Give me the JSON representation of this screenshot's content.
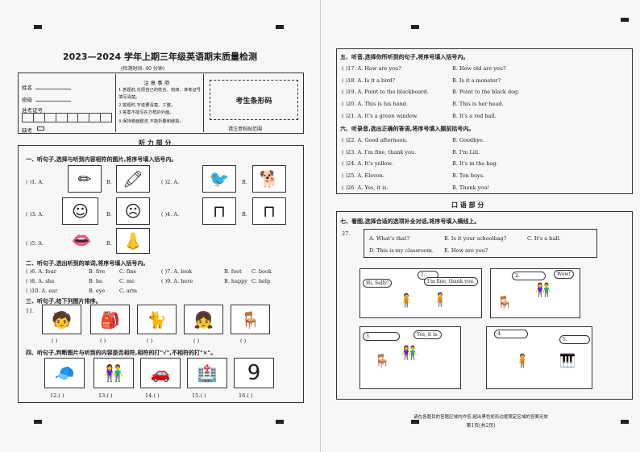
{
  "left": {
    "title": "2023—2024 学年上期三年级英语期末质量检测",
    "time_note": "(检测时间: 40 分钟)",
    "fields": [
      "姓名",
      "班级",
      "准考证号",
      "缺考"
    ],
    "notice_title": "注 意 事 项",
    "notice_items": [
      "1.答题前,先把自己的姓名、班级、准考证号填写清楚。",
      "2.答题时,字迹要清楚、工整。",
      "3.答案不能写在方框的外面。",
      "4.保持卷面整洁,不能折叠和破损。"
    ],
    "barcode_label": "考生条形码",
    "barcode_note": "请注意粘贴范围",
    "listening_part": "听 力 部 分",
    "sec1": "一、听句子,选择与听到内容相符的图片,将序号填入括号内。",
    "sec1_items": [
      {
        "num": "(     )1. A.",
        "a_icon": "pencil-icon",
        "b_icon": "crayon-icon"
      },
      {
        "num": "(     )2. A.",
        "a_icon": "bird-icon",
        "b_icon": "dog-icon"
      },
      {
        "num": "(     )3. A.",
        "a_icon": "man-face-icon",
        "b_icon": "man-face-icon"
      },
      {
        "num": "(     )4. A.",
        "a_icon": "desk-icon",
        "b_icon": "desk-icon"
      },
      {
        "num": "(     )5. A.",
        "a_icon": "mouth-icon",
        "b_icon": "nose-icon"
      }
    ],
    "b_label": "B.",
    "sec2": "二、听句子,选出听到的单词,将序号填入括号内。",
    "sec2_rows": [
      [
        "(     )6. A. four",
        "B. five",
        "C. fine",
        "(     )7. A. look",
        "B. foot",
        "C. book"
      ],
      [
        "(     )8. A. she",
        "B. he",
        "C. me",
        "(     )9. A. here",
        "B. happy",
        "C. help"
      ],
      [
        "(     )10. A. ear",
        "B. eye",
        "C. arm",
        "",
        "",
        ""
      ]
    ],
    "sec3": "三、听句子,给下列图片排序。",
    "sec3_num": "11.",
    "sec3_blank": "(     )",
    "sec4": "四、听句子,判断图片与听到的内容是否相符,相符的打\"√\",不相符的打\"×\"。",
    "sec4_labels": [
      "12.(     )",
      "13.(     )",
      "14.(     )",
      "15.(     )",
      "16.(     )"
    ],
    "sec4_nine": "9"
  },
  "right": {
    "sec5": "五、听音,选择你所听到的句子,将序号填入括号内。",
    "sec5_rows": [
      [
        "(     )17. A. How are you?",
        "B. How old are you?"
      ],
      [
        "(     )18. A. Is it a bird?",
        "B. Is it a monster?"
      ],
      [
        "(     )19. A. Point to the blackboard.",
        "B. Point to the black dog."
      ],
      [
        "(     )20. A. This is his hand.",
        "B. This is her head."
      ],
      [
        "(     )21. A. It's a green window.",
        "B. It's a red ball."
      ]
    ],
    "sec6": "六、听录音,选出正确的答语,将序号填入题前括号内。",
    "sec6_rows": [
      [
        "(     )22. A. Good afternoon.",
        "B. Goodbye."
      ],
      [
        "(     )23. A. I'm fine, thank you.",
        "B. I'm Lili."
      ],
      [
        "(     )24. A. It's yellow.",
        "B. It's in the bag."
      ],
      [
        "(     )25. A. Eleven.",
        "B. Ten boys."
      ],
      [
        "(     )26. A. Yes, it is.",
        "B. Thank you!"
      ]
    ],
    "oral_part": "口 语 部 分",
    "sec7": "七、看图,选择合适的选项补全对话,将序号填入横线上。",
    "sec7_num": "27.",
    "sec7_options": [
      "A. What's that?",
      "B. Is it your schoolbag?",
      "C. It's a ball.",
      "D. This is my classroom.",
      "E. How are you?"
    ],
    "bubbles": [
      "Hi, Sally!",
      "1.",
      "I'm fine, thank you.",
      "2.",
      "Wow!",
      "3.",
      "Yes, it is.",
      "4.",
      "5."
    ],
    "footer_note": "请在各题目的答题区域内作答,超出黑色矩形边框限定区域的答案无效",
    "page_no": "第1页(共2页)"
  }
}
